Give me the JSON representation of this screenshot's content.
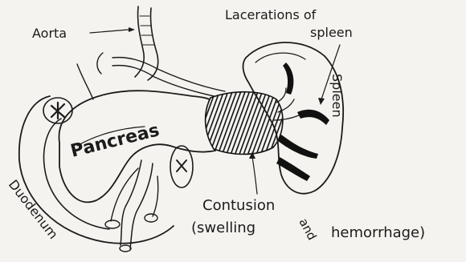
{
  "labels": {
    "aorta": "Aorta",
    "lacerations_line1": "Lacerations of",
    "lacerations_line2": "spleen",
    "spleen": "Spleen",
    "pancreas": "Pancreas",
    "duodenum": "Duodenum",
    "contusion_line1": "Contusion",
    "contusion_line2": "(swelling",
    "contusion_and": "and",
    "contusion_line3": "hemorrhage)"
  },
  "colors": {
    "ink": "#1b1b1b",
    "paper": "#f4f3ef"
  }
}
